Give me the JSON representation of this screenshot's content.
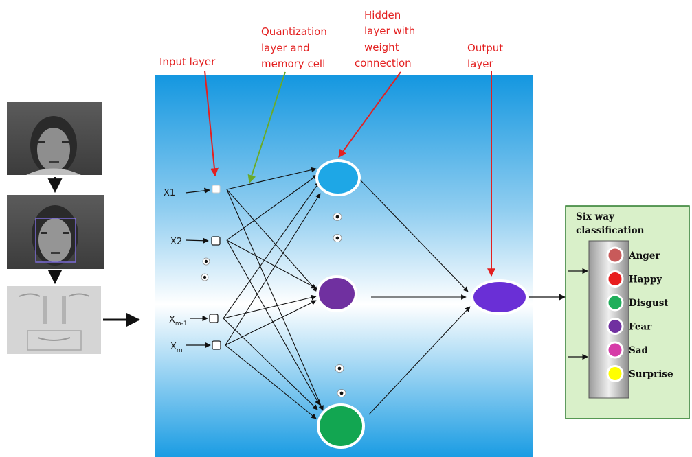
{
  "annotations": {
    "input_layer": "Input layer",
    "quantization_line1": "Quantization",
    "quantization_line2": "layer and",
    "quantization_line3": "memory cell",
    "hidden_line1": "Hidden",
    "hidden_line2": "layer with",
    "hidden_line3": "weight",
    "hidden_line4": "connection",
    "output_line1": "Output",
    "output_line2": "layer"
  },
  "inputs": {
    "x1": "X1",
    "x2": "X2",
    "xm1_base": "X",
    "xm1_sub": "m-1",
    "xm_base": "X",
    "xm_sub": "m"
  },
  "classification": {
    "title_line1": "Six way",
    "title_line2": "classification",
    "classes": [
      {
        "label": "Anger",
        "color": "#c85a5a"
      },
      {
        "label": "Happy",
        "color": "#e81e1e"
      },
      {
        "label": "Disgust",
        "color": "#1fae5a"
      },
      {
        "label": "Fear",
        "color": "#7030a0"
      },
      {
        "label": "Sad",
        "color": "#d63ca8"
      },
      {
        "label": "Surprise",
        "color": "#ffff00"
      }
    ]
  },
  "colors": {
    "annotation_text": "#e32020",
    "quantization_arrow": "#6aaa2a",
    "hidden_node_top": "#1ea7e6",
    "hidden_node_mid": "#7030a0",
    "hidden_node_bottom": "#12a651",
    "output_node": "#6a2fd6",
    "classification_box": "#d9f0c9"
  }
}
